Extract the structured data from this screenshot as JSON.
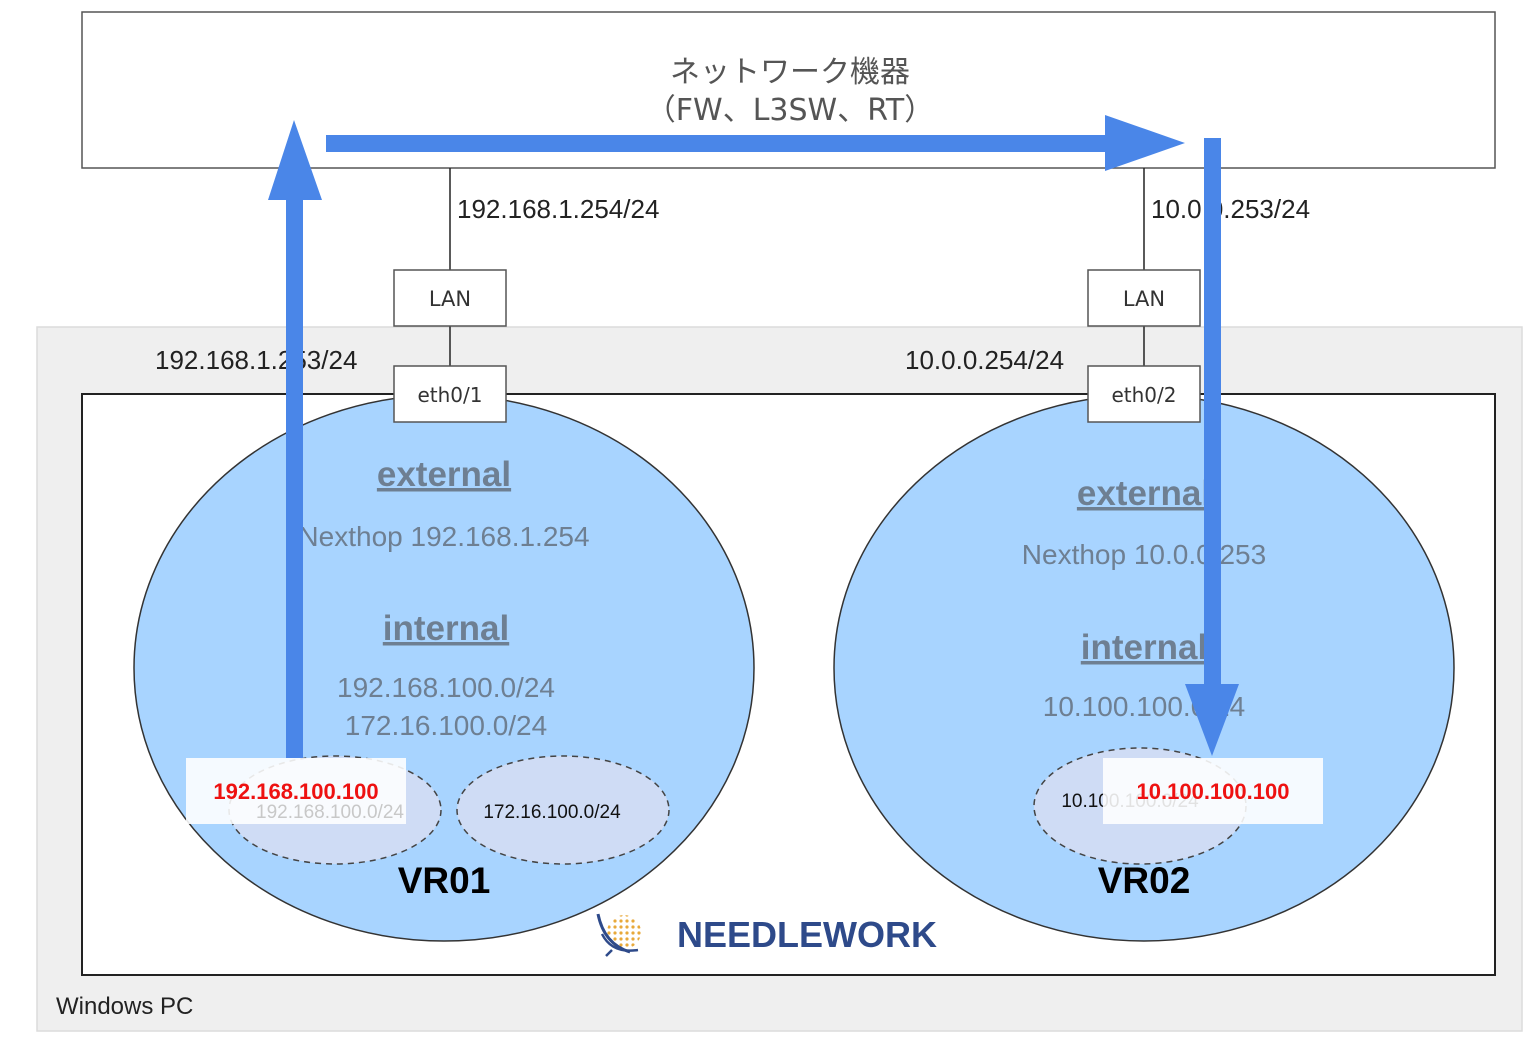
{
  "network_device": {
    "title": "ネットワーク機器",
    "subtitle": "（FW、L3SW、RT）"
  },
  "links": {
    "left_upper_ip": "192.168.1.254/24",
    "right_upper_ip": "10.0.0.253/24",
    "left_lower_ip": "192.168.1.253/24",
    "right_lower_ip": "10.0.0.254/24",
    "lan_left": "LAN",
    "lan_right": "LAN",
    "eth_left": "eth0/1",
    "eth_right": "eth0/2"
  },
  "vr01": {
    "name": "VR01",
    "external_label": "external",
    "nexthop": "Nexthop 192.168.1.254",
    "internal_label": "internal",
    "internal_nets": [
      "192.168.100.0/24",
      "172.16.100.0/24"
    ],
    "subnet_a": "192.168.100.0/24",
    "subnet_b": "172.16.100.0/24",
    "host_ip": "192.168.100.100"
  },
  "vr02": {
    "name": "VR02",
    "external_label": "external",
    "nexthop": "Nexthop 10.0.0.253",
    "internal_label": "internal",
    "internal_net": "10.100.100.0/24",
    "subnet": "10.100.100.0/24",
    "host_ip": "10.100.100.100"
  },
  "brand": {
    "name": "NEEDLEWORK"
  },
  "host": {
    "label": "Windows PC"
  },
  "colors": {
    "arrow": "#4a86e8",
    "router_fill": "#a8d4ff",
    "subnet_fill": "#cfdcf5",
    "host_ip_red": "#ee1111",
    "brand_blue": "#2e4a8a",
    "pc_bg": "#efefef"
  }
}
